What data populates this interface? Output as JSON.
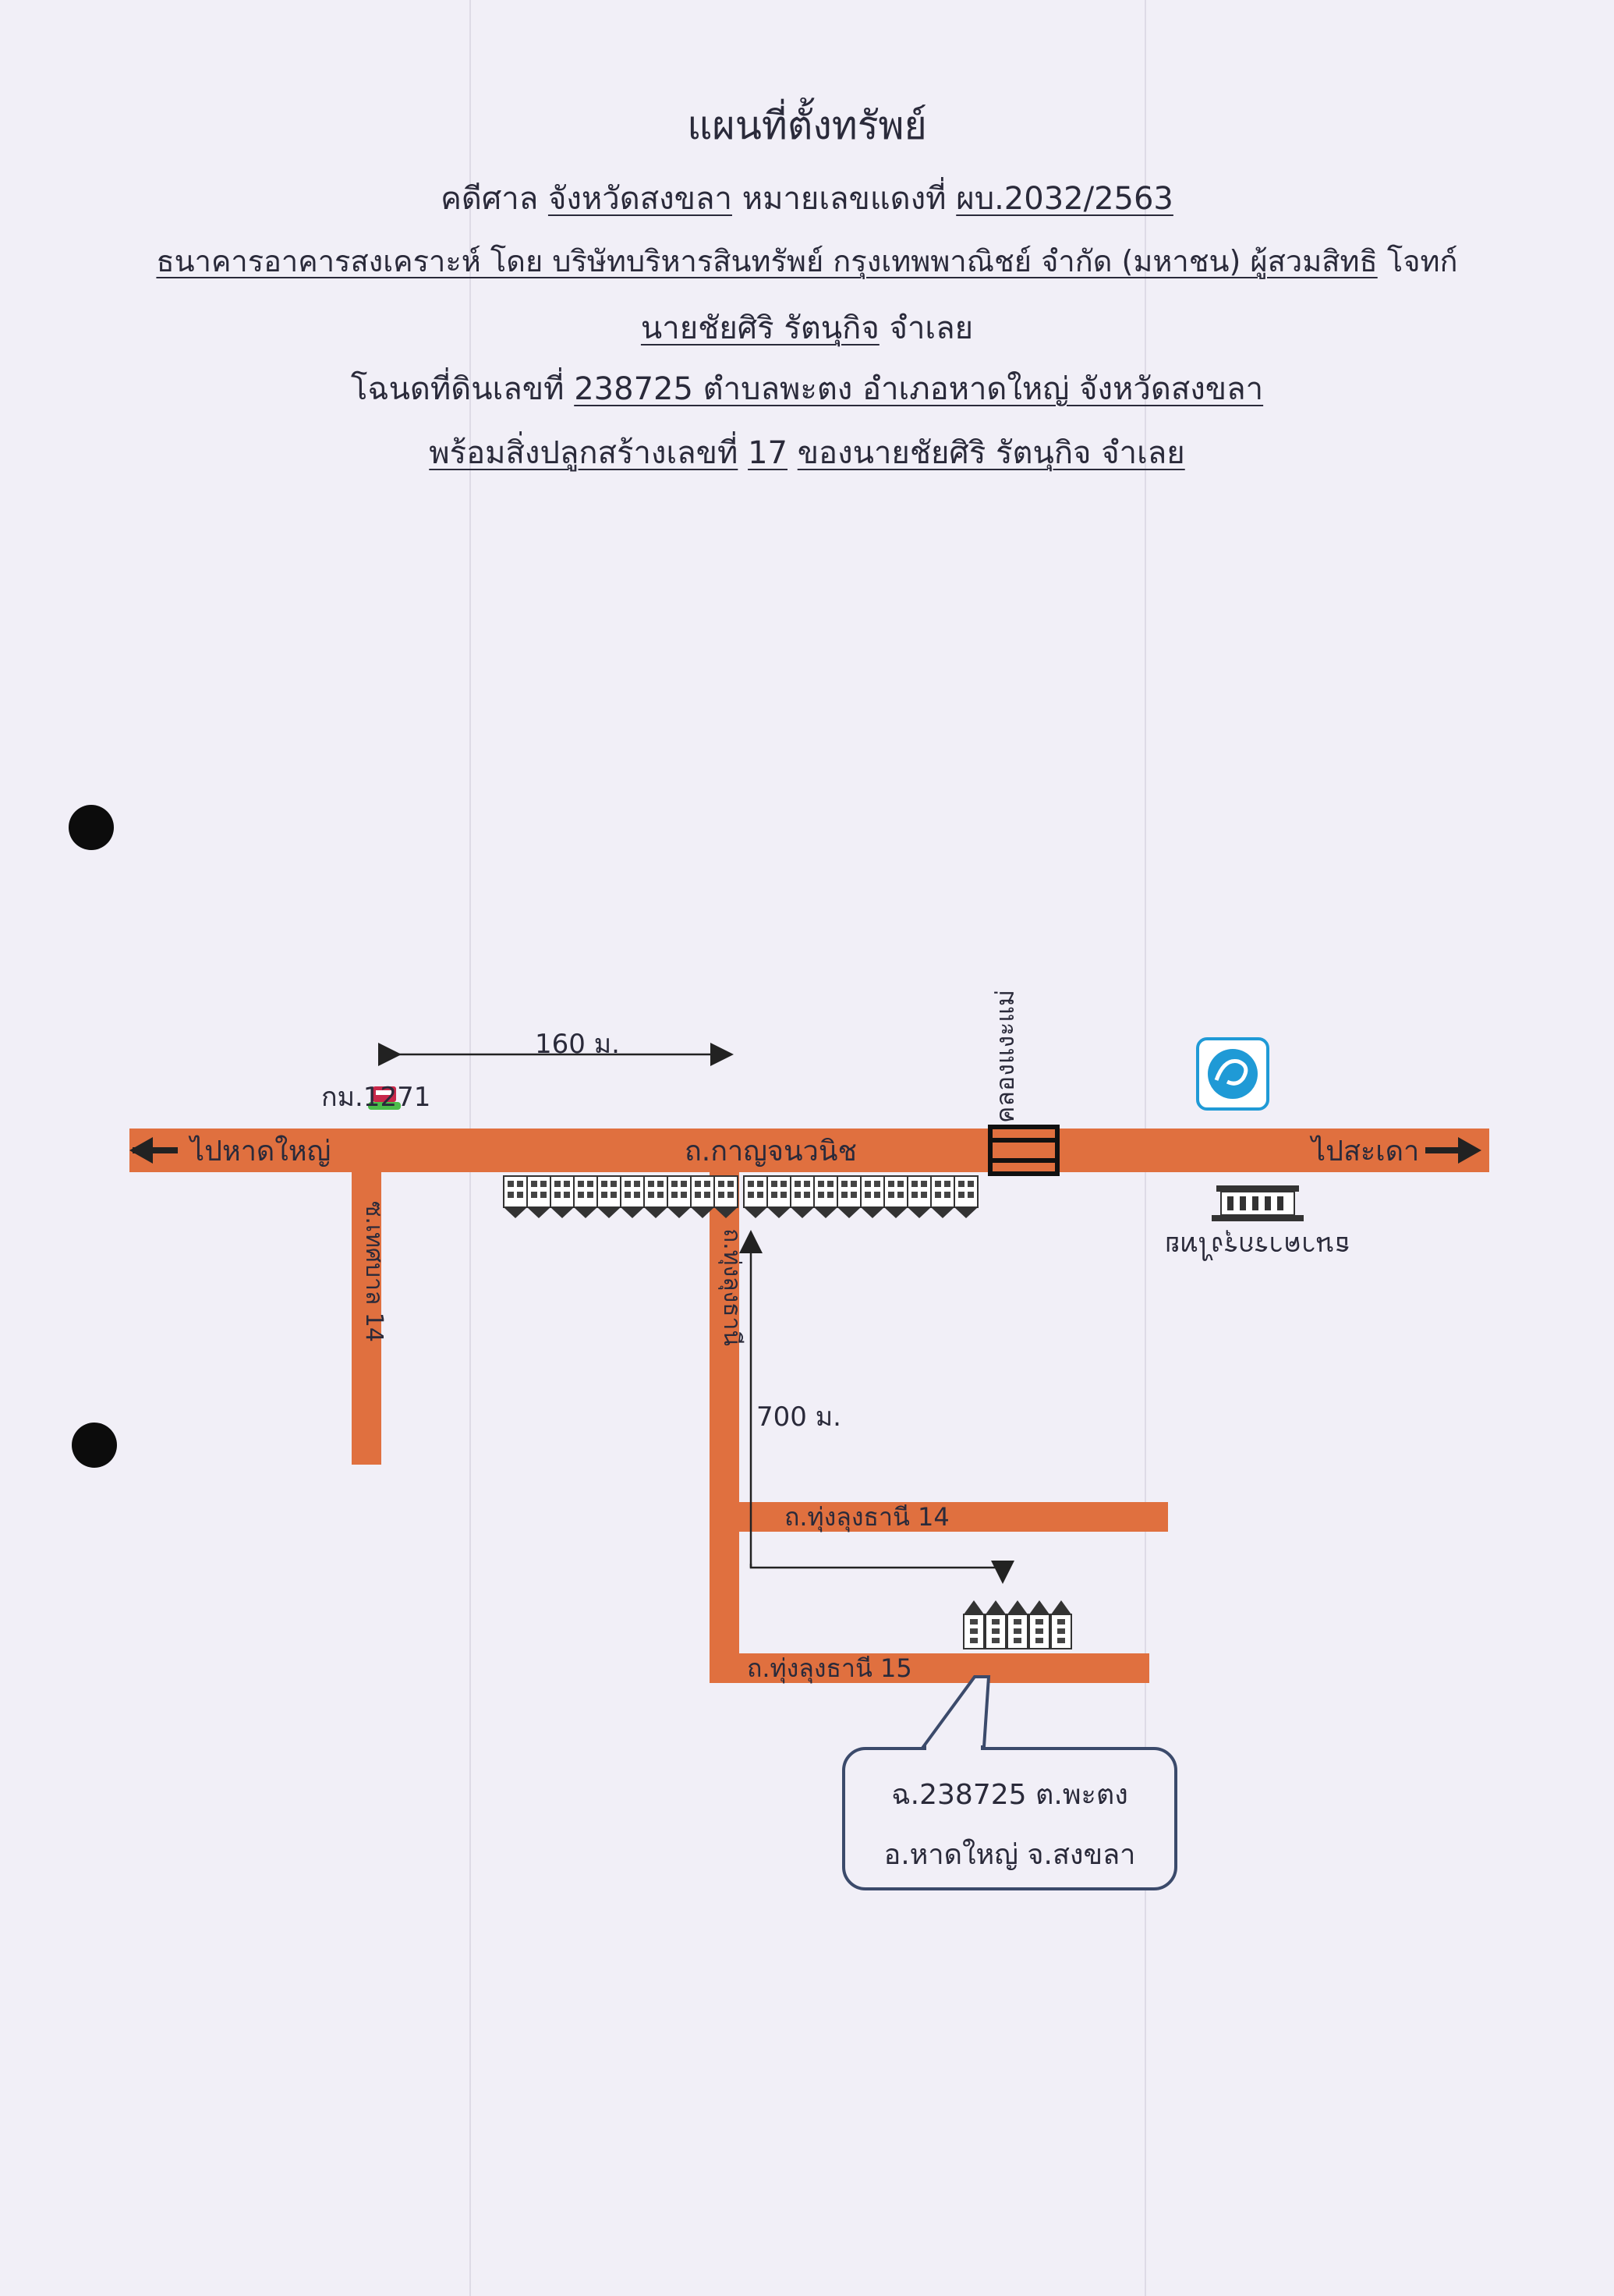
{
  "header": {
    "title": "แผนที่ตั้งทรัพย์",
    "line1_prefix": "คดีศาล",
    "line1_province": "จังหวัดสงขลา",
    "line1_case_label": "หมายเลขแดงที่",
    "line1_case_no": "ผบ.2032/2563",
    "line2_plaintiff": "ธนาคารอาคารสงเคราะห์ โดย บริษัทบริหารสินทรัพย์ กรุงเทพพาณิชย์ จำกัด (มหาชน) ผู้สวมสิทธิ",
    "line2_role": "โจทก์",
    "line3_defendant": "นายชัยศิริ รัตนุกิจ",
    "line3_role": "จำเลย",
    "line4_prefix": "โฉนดที่ดินเลขที่",
    "line4_detail": "238725 ตำบลพะตง อำเภอหาดใหญ่ จังหวัดสงขลา",
    "line5_prefix": "พร้อมสิ่งปลูกสร้างเลขที่",
    "line5_no": "17",
    "line5_owner": "ของนายชัยศิริ รัตนุกิจ จำเลย"
  },
  "map": {
    "to_hatyai": "ไปหาดใหญ่",
    "to_sadao": "ไปสะเดา",
    "main_road": "ถ.กาญจนวนิช",
    "canal": "คลองแงะแม่",
    "km_marker": "กม.1271",
    "dist_160": "160 ม.",
    "dist_700": "700 ม.",
    "soi_thetsaban": "ซ.เทศบาล 14",
    "road_thunglung": "ถ.ทุ่งลุงธานี",
    "road_tl14": "ถ.ทุ่งลุงธานี 14",
    "road_tl15": "ถ.ทุ่งลุงธานี 15",
    "bank_label": "ธนาคารกรุงไทย",
    "bank_icon": "krungthai-bank-logo-icon",
    "building_icon": "townhouse-icon",
    "km_icon": "km-marker-icon",
    "road_color": "#e0703f",
    "bank_color": "#1f9ad6"
  },
  "callout": {
    "line1": "ฉ.238725 ต.พะตง",
    "line2": "อ.หาดใหญ่ จ.สงขลา"
  }
}
